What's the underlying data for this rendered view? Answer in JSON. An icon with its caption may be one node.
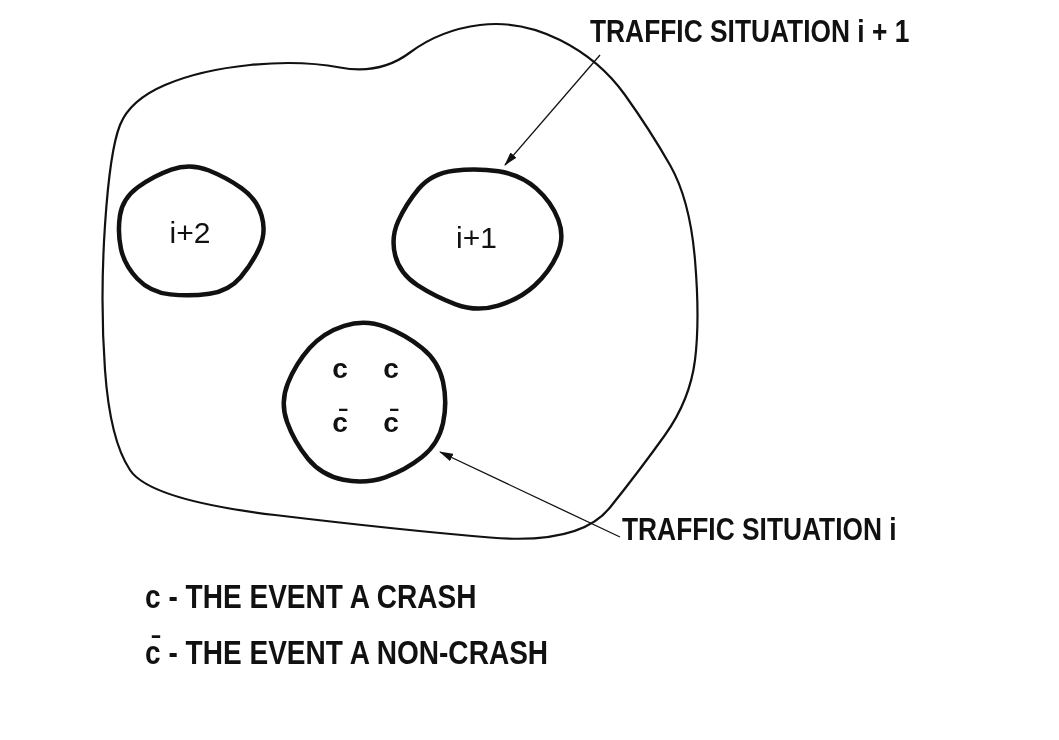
{
  "diagram": {
    "nodes": [
      {
        "text": [],
        "shape": "blob"
      },
      {
        "text": [
          "i+2"
        ],
        "in": 0
      },
      {
        "text": [
          "i+1"
        ],
        "in": 0
      },
      {
        "text": [
          "c",
          "c",
          "c̄",
          "c̄"
        ],
        "in": 0
      },
      {
        "text": [
          "TRAFFIC SITUATION i + 1"
        ]
      },
      {
        "text": [
          "TRAFFIC SITUATION i"
        ]
      }
    ],
    "edges": [
      {
        "from": 4,
        "to": 2,
        "arrow": "to"
      },
      {
        "from": 5,
        "to": 3,
        "arrow": "to"
      }
    ],
    "labels": [
      "c - THE EVENT A CRASH",
      "c̄ - THE EVENT A NON-CRASH"
    ]
  }
}
